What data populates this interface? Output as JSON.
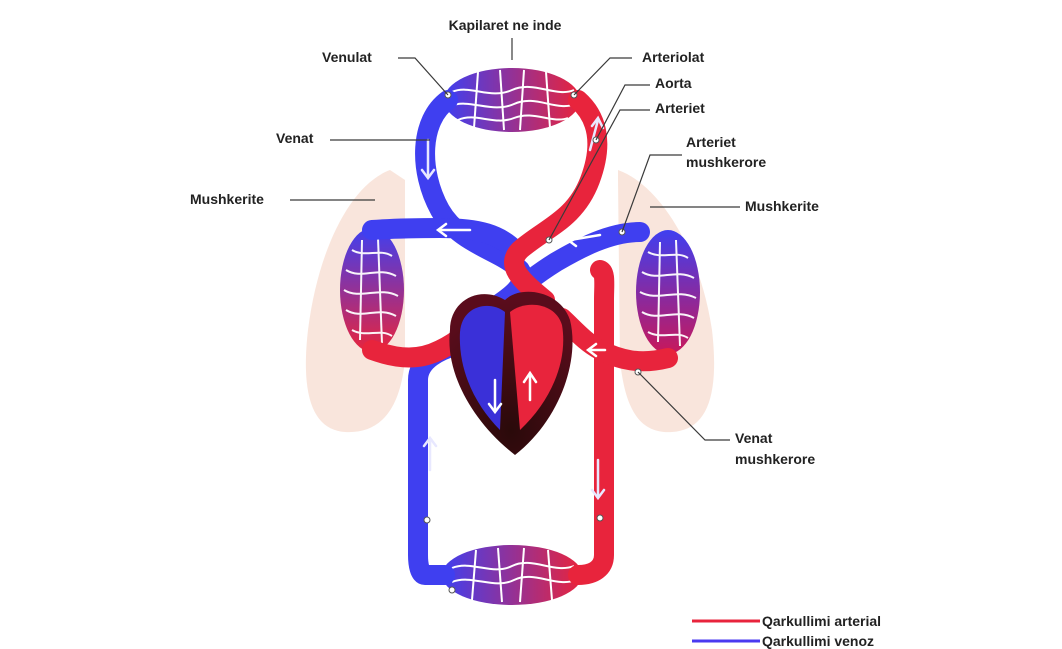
{
  "labels": {
    "capillaries": "Kapilaret ne inde",
    "venules": "Venulat",
    "arterioles": "Arteriolat",
    "aorta": "Aorta",
    "arteries": "Arteriet",
    "veins": "Venat",
    "pulmonary_arteries_line1": "Arteriet",
    "pulmonary_arteries_line2": "mushkerore",
    "lungs_left": "Mushkerite",
    "lungs_right": "Mushkerite",
    "pulmonary_veins_line1": "Venat",
    "pulmonary_veins_line2": "mushkerore"
  },
  "legend": {
    "arterial_label": "Qarkullimi arterial",
    "venous_label": "Qarkullimi venoz",
    "arterial_color": "#e8243c",
    "venous_color": "#4a3af0"
  },
  "colors": {
    "arterial": "#e8243c",
    "venous": "#3f3ff0",
    "lung": "#f7dcd0",
    "heart_dark": "#2a0a0a"
  }
}
